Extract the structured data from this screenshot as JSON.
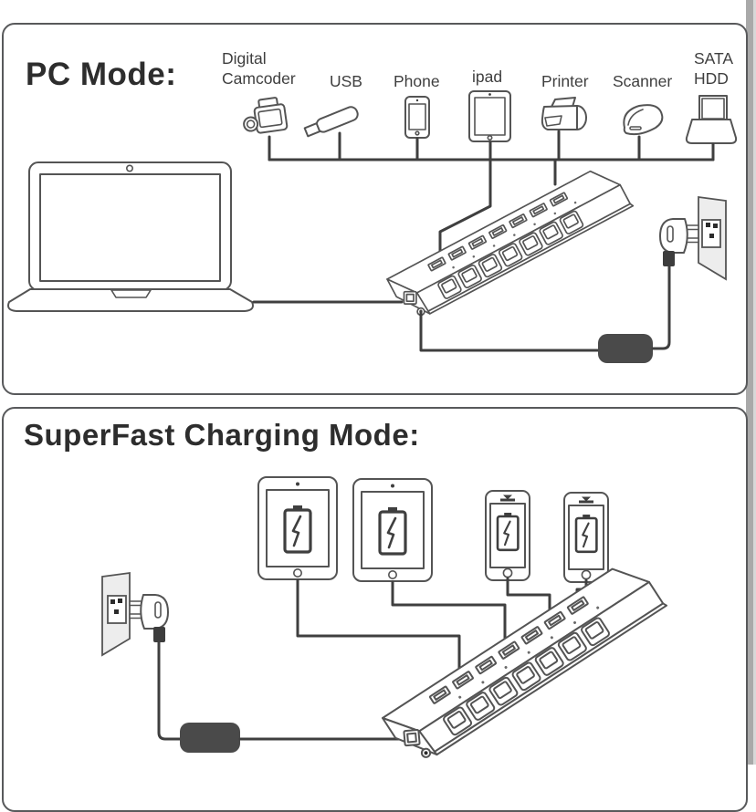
{
  "pc_mode": {
    "title": "PC Mode:",
    "device_labels": [
      "Digital\nCamcoder",
      "USB",
      "Phone",
      "ipad",
      "Printer",
      "Scanner",
      "SATA\nHDD"
    ],
    "device_icons": [
      "camcorder-icon",
      "usb-flash-drive-icon",
      "phone-icon",
      "tablet-icon",
      "printer-icon",
      "scanner-icon",
      "sata-hdd-dock-icon"
    ],
    "other_elements": [
      "laptop-icon",
      "usb-hub-7port-illustration",
      "power-adapter-icon",
      "wall-outlet-icon",
      "power-plug-icon"
    ]
  },
  "charging_mode": {
    "title": "SuperFast Charging Mode:",
    "device_icons": [
      "tablet-charging-icon",
      "tablet-charging-icon",
      "phone-charging-icon",
      "phone-charging-icon"
    ],
    "other_elements": [
      "wall-outlet-icon",
      "power-plug-icon",
      "power-adapter-icon",
      "usb-hub-7port-illustration",
      "battery-charging-icon"
    ]
  },
  "hub": {
    "usb_ports": 7,
    "switches": 7,
    "led_indicators": 7,
    "rear_ports": [
      "usb-b-port",
      "dc-power-jack"
    ]
  },
  "colors": {
    "background": "#ffffff",
    "line_art": "#545454",
    "cable": "#3f3f3f",
    "adapter_fill": "#4a4a4a",
    "wall_fill": "#ededed",
    "outlet_pin": "#2b2b2b",
    "panel_border": "#58595b",
    "edge_strip": "#a9a9a9",
    "title_text": "#2d2d2d",
    "label_text": "#3f3f3f"
  }
}
